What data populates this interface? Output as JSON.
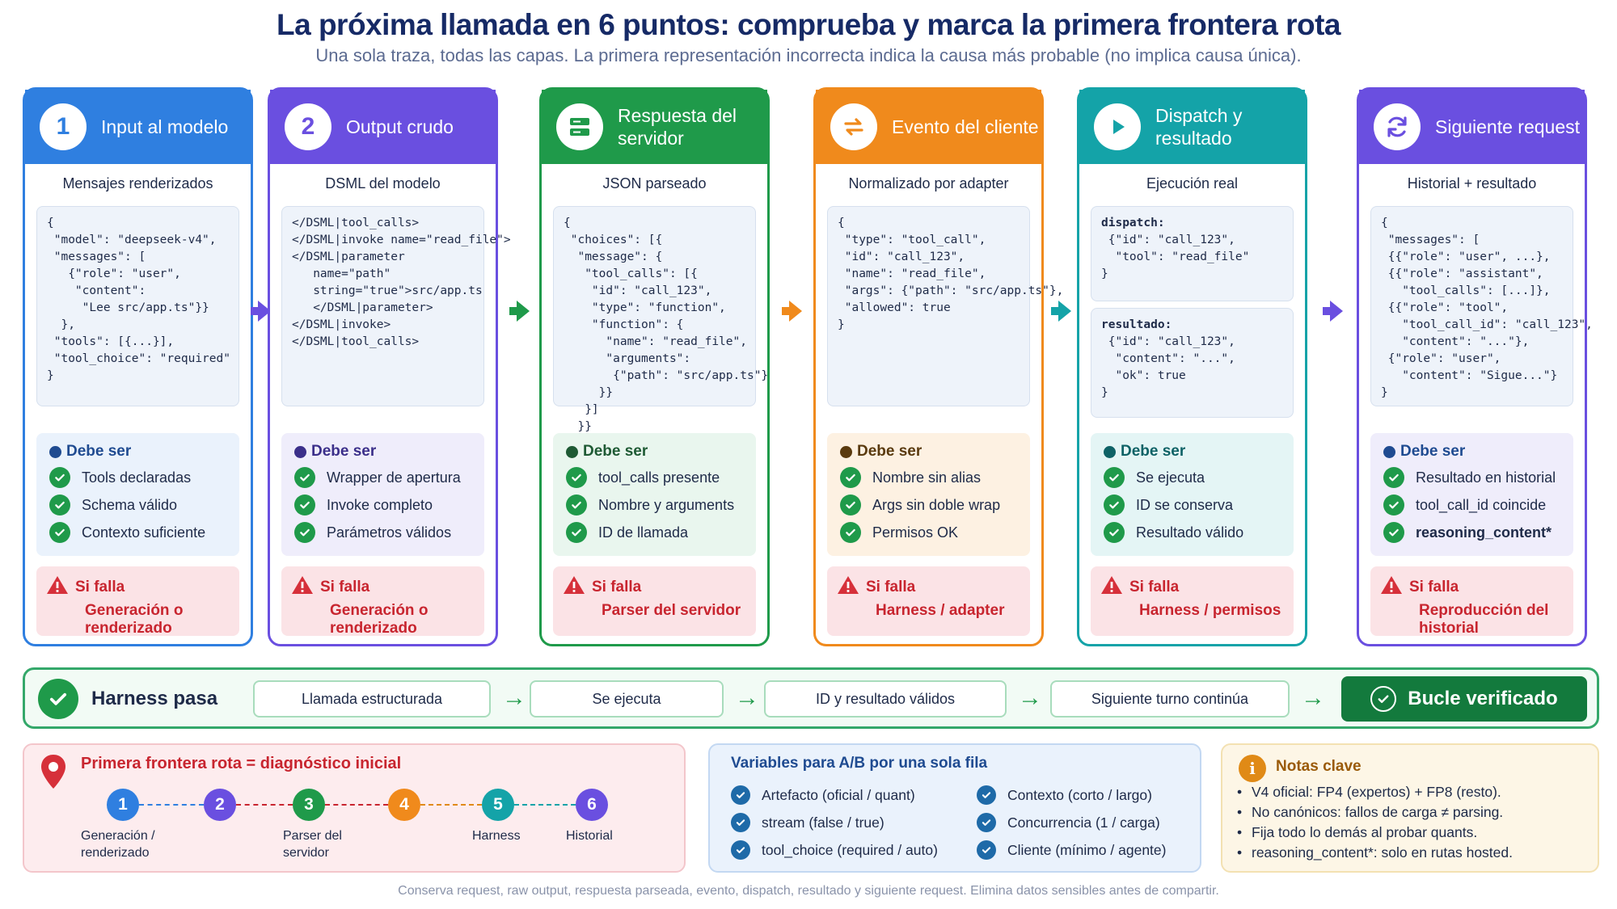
{
  "title": "La próxima llamada en 6 puntos: comprueba y marca la primera frontera rota",
  "subtitle": "Una sola traza, todas las capas. La primera representación incorrecta indica la causa más probable (no implica causa única).",
  "colors": {
    "stage1": "#2f7fe0",
    "stage2": "#6a4fe0",
    "stage3": "#1f9a4a",
    "stage4": "#f08a1c",
    "stage5": "#14a3a8",
    "stage6": "#6a4fe0",
    "fail": "#c8252f",
    "pass": "#1f9a4a"
  },
  "stages": [
    {
      "number": "1",
      "icon": "number-badge",
      "title": "Input al modelo",
      "subtitle": "Mensajes renderizados",
      "code": "{\n \"model\": \"deepseek-v4\",\n \"messages\": [\n   {\"role\": \"user\",\n    \"content\":\n     \"Lee src/app.ts\"}}\n  },\n \"tools\": [{...}],\n \"tool_choice\": \"required\"\n}",
      "must_title": "Debe ser",
      "must": [
        "Tools declaradas",
        "Schema válido",
        "Contexto suficiente"
      ],
      "fail_title": "Si falla",
      "fail_text": "Generación o renderizado"
    },
    {
      "number": "2",
      "icon": "number-badge",
      "title": "Output crudo",
      "subtitle": "DSML del modelo",
      "code": "</DSML|tool_calls>\n</DSML|invoke name=\"read_file\">\n</DSML|parameter\n   name=\"path\"\n   string=\"true\">src/app.ts\n   </DSML|parameter>\n</DSML|invoke>\n</DSML|tool_calls>",
      "must_title": "Debe ser",
      "must": [
        "Wrapper de apertura",
        "Invoke completo",
        "Parámetros válidos"
      ],
      "fail_title": "Si falla",
      "fail_text": "Generación o renderizado"
    },
    {
      "number": "",
      "icon": "server-icon",
      "title": "Respuesta del servidor",
      "subtitle": "JSON parseado",
      "code": "{\n \"choices\": [{\n  \"message\": {\n   \"tool_calls\": [{\n    \"id\": \"call_123\",\n    \"type\": \"function\",\n    \"function\": {\n      \"name\": \"read_file\",\n      \"arguments\":\n       {\"path\": \"src/app.ts\"}\n     }}\n   }]\n  }}\n}",
      "must_title": "Debe ser",
      "must": [
        "tool_calls presente",
        "Nombre y arguments",
        "ID de llamada"
      ],
      "fail_title": "Si falla",
      "fail_text": "Parser del servidor"
    },
    {
      "number": "",
      "icon": "swap-arrows-icon",
      "title": "Evento del cliente",
      "subtitle": "Normalizado por adapter",
      "code": "{\n \"type\": \"tool_call\",\n \"id\": \"call_123\",\n \"name\": \"read_file\",\n \"args\": {\"path\": \"src/app.ts\"},\n \"allowed\": true\n}",
      "must_title": "Debe ser",
      "must": [
        "Nombre sin alias",
        "Args sin doble wrap",
        "Permisos OK"
      ],
      "fail_title": "Si falla",
      "fail_text": "Harness / adapter"
    },
    {
      "number": "",
      "icon": "play-icon",
      "title": "Dispatch y resultado",
      "subtitle": "Ejecución real",
      "code_label_a": "dispatch:",
      "code_a": " {\"id\": \"call_123\",\n  \"tool\": \"read_file\"\n}",
      "code_label_b": "resultado:",
      "code_b": " {\"id\": \"call_123\",\n  \"content\": \"...\",\n  \"ok\": true\n}",
      "must_title": "Debe ser",
      "must": [
        "Se ejecuta",
        "ID se conserva",
        "Resultado válido"
      ],
      "fail_title": "Si falla",
      "fail_text": "Harness / permisos"
    },
    {
      "number": "",
      "icon": "refresh-icon",
      "title": "Siguiente request",
      "subtitle": "Historial + resultado",
      "code": "{\n \"messages\": [\n {{\"role\": \"user\", ...},\n {{\"role\": \"assistant\",\n   \"tool_calls\": [...]},\n {{\"role\": \"tool\",\n   \"tool_call_id\": \"call_123\",\n   \"content\": \"...\"},\n {\"role\": \"user\",\n   \"content\": \"Sigue...\"}\n}",
      "must_title": "Debe ser",
      "must": [
        "Resultado en historial",
        "tool_call_id coincide",
        "reasoning_content*"
      ],
      "fail_title": "Si falla",
      "fail_text": "Reproducción del historial"
    }
  ],
  "pass_row": {
    "label": "Harness pasa",
    "steps": [
      "Llamada estructurada",
      "Se ejecuta",
      "ID y resultado válidos",
      "Siguiente turno continúa"
    ],
    "final": "Bucle verificado"
  },
  "diagnosis": {
    "title": "Primera frontera rota = diagnóstico inicial",
    "nodes": [
      {
        "n": "1",
        "label": "Generación / renderizado"
      },
      {
        "n": "2",
        "label": ""
      },
      {
        "n": "3",
        "label": "Parser del servidor"
      },
      {
        "n": "4",
        "label": ""
      },
      {
        "n": "5",
        "label": "Harness"
      },
      {
        "n": "6",
        "label": "Historial"
      }
    ]
  },
  "variables": {
    "title": "Variables para A/B por una sola fila",
    "items": [
      "Artefacto (oficial / quant)",
      "stream (false / true)",
      "tool_choice (required / auto)",
      "Contexto (corto / largo)",
      "Concurrencia (1 / carga)",
      "Cliente (mínimo / agente)"
    ]
  },
  "notes": {
    "title": "Notas clave",
    "items": [
      "V4 oficial: FP4 (expertos) + FP8 (resto).",
      "No canónicos: fallos de carga ≠ parsing.",
      "Fija todo lo demás al probar quants.",
      "reasoning_content*: solo en rutas hosted."
    ]
  },
  "footer": "Conserva request, raw output, respuesta parseada, evento, dispatch, resultado y siguiente request. Elimina datos sensibles antes de compartir."
}
